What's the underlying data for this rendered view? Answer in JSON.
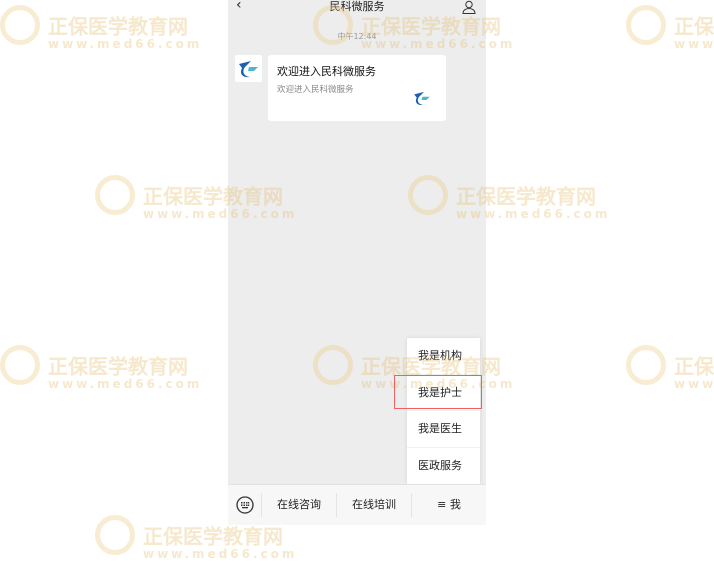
{
  "watermark": {
    "brand": "正保医学教育网",
    "url": "www.med66.com"
  },
  "header": {
    "title": "民科微服务",
    "back_icon": "chevron-left-icon",
    "profile_icon": "user-icon"
  },
  "chat": {
    "time": "中午12:44",
    "message": {
      "title": "欢迎进入民科微服务",
      "desc": "欢迎进入民科微服务"
    }
  },
  "menu": {
    "items": [
      "我是机构",
      "我是护士",
      "我是医生",
      "医政服务"
    ],
    "highlighted": 1,
    "highlight_color": "#f06060"
  },
  "bottom": {
    "tabs": [
      "在线咨询",
      "在线培训",
      "≡ 我"
    ]
  }
}
